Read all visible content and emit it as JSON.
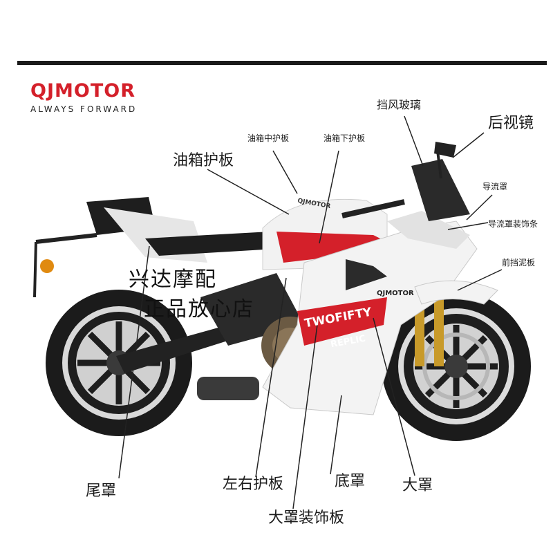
{
  "brand": {
    "name": "QJMOTOR",
    "slogan": "ALWAYS FORWARD"
  },
  "fairing_decals": {
    "model": "TWOFIFTY",
    "sub": "REPLIC",
    "tank_logo": "QJMOTOR",
    "side_logo": "QJMOTOR"
  },
  "watermark": {
    "line1": "兴达摩配",
    "line2": "正品放心店"
  },
  "parts": {
    "windshield": "挡风玻璃",
    "mirror": "后视镜",
    "tank_mid_guard": "油箱中护板",
    "tank_lower_guard": "油箱下护板",
    "tank_guard": "油箱护板",
    "deflector": "导流罩",
    "deflector_trim": "导流罩装饰条",
    "front_fender": "前挡泥板",
    "tail_cover": "尾罩",
    "side_panels": "左右护板",
    "belly_pan": "底罩",
    "main_fairing": "大罩",
    "fairing_trim": "大罩装饰板"
  },
  "colors": {
    "accent_red": "#d4202a",
    "fairing_white": "#f2f2f2",
    "frame_black": "#1a1a1a"
  }
}
